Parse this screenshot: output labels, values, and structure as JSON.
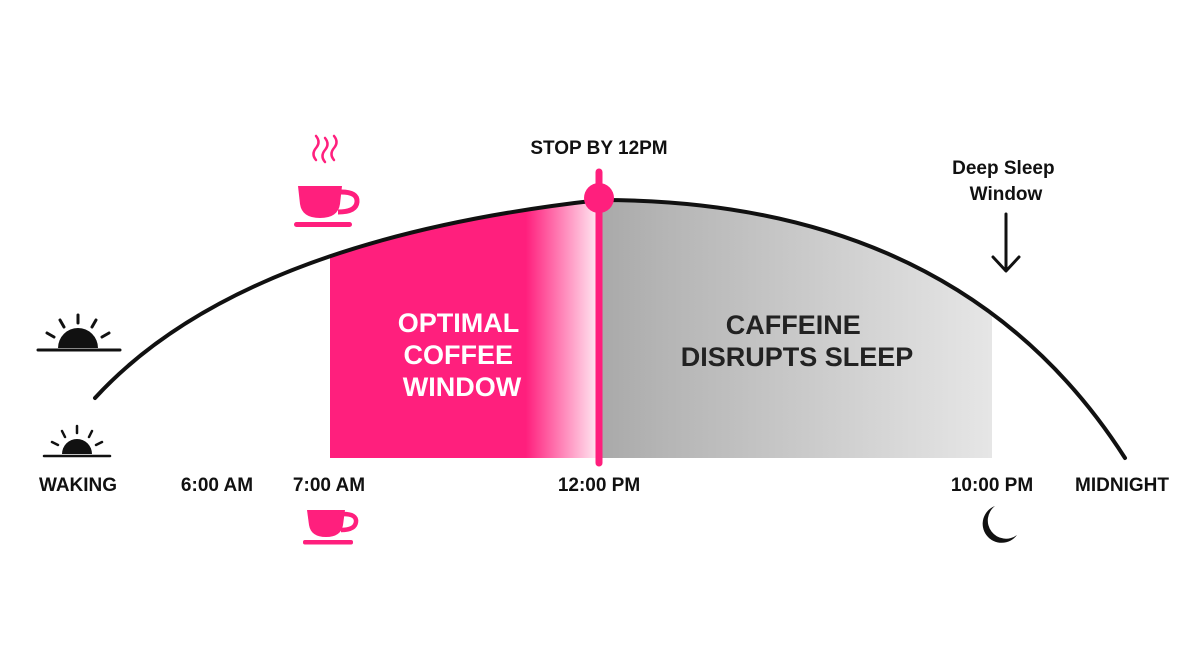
{
  "colors": {
    "accent": "#ff1f7d",
    "ink": "#111111",
    "caffeine_zone": "#c8c8c8",
    "background": "#ffffff"
  },
  "timeline": {
    "labels": {
      "waking": "WAKING",
      "six_am": "6:00 AM",
      "seven_am": "7:00 AM",
      "noon": "12:00 PM",
      "ten_pm": "10:00 PM",
      "midnight": "MIDNIGHT"
    }
  },
  "zones": {
    "optimal": {
      "lines": [
        "OPTIMAL",
        "COFFEE",
        "WINDOW"
      ]
    },
    "disrupt": {
      "lines": [
        "CAFFEINE",
        "DISRUPTS SLEEP"
      ]
    }
  },
  "callouts": {
    "stop": "STOP BY 12PM",
    "deep_sleep": [
      "Deep Sleep",
      "Window"
    ]
  },
  "icons": {
    "sunrise": "sunrise-icon",
    "sunrise_small": "sunrise-small-icon",
    "coffee_steaming": "steaming-coffee-cup-icon",
    "coffee": "coffee-cup-icon",
    "moon": "crescent-moon-icon",
    "arrow": "arrow-down-icon"
  }
}
